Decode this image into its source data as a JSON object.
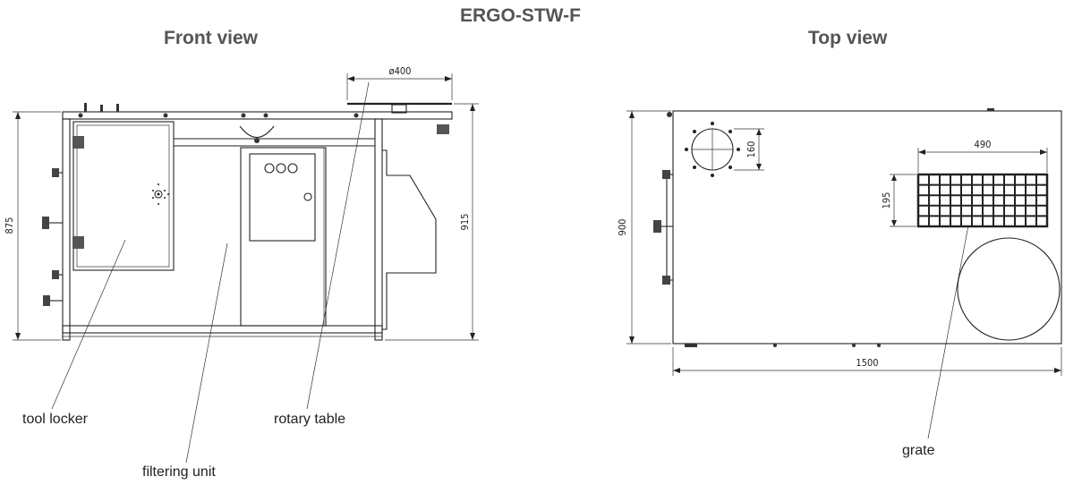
{
  "title": "ERGO-STW-F",
  "views": {
    "front": "Front view",
    "top": "Top view"
  },
  "dimensions": {
    "front_height": "875",
    "front_total_height": "915",
    "rotary_diameter": "ø400",
    "top_depth": "900",
    "top_width": "1500",
    "top_hole": "160",
    "grate_width": "490",
    "grate_height": "195"
  },
  "callouts": {
    "tool_locker": "tool locker",
    "filtering_unit": "filtering unit",
    "rotary_table": "rotary table",
    "grate": "grate"
  }
}
